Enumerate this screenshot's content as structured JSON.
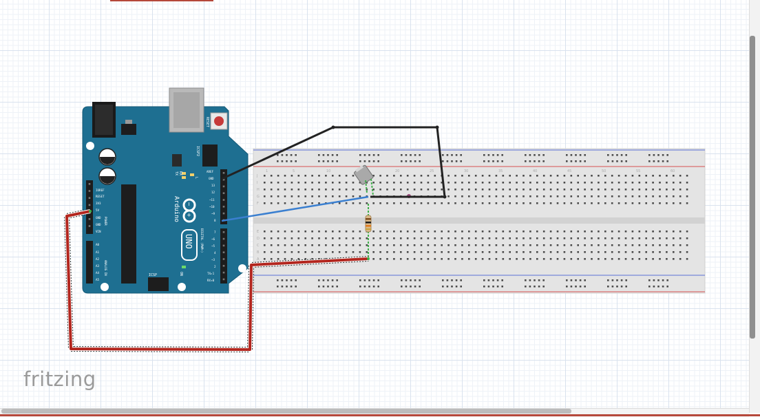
{
  "app": {
    "logo_text": "fritzing"
  },
  "arduino": {
    "brand": "Arduino",
    "model": "UNO",
    "reset_label": "RESET",
    "icsp2_label": "ICSP2",
    "icsp_label": "ICSP",
    "on_label": "ON",
    "l_label": "L",
    "tx_label": "TX",
    "rx_label": "RX",
    "power_section": "POWER",
    "analog_section": "ANALOG IN",
    "digital_section": "DIGITAL (PWM~)",
    "power_pins": [
      "IOREF",
      "RESET",
      "3V3",
      "5V",
      "GND",
      "GND",
      "VIN"
    ],
    "analog_pins": [
      "A0",
      "A1",
      "A2",
      "A3",
      "A4",
      "A5"
    ],
    "top_digital_pins": [
      "AREF",
      "GND",
      "13",
      "12",
      "~11",
      "~10",
      "~9",
      "8"
    ],
    "bottom_digital_pins": [
      "7",
      "~6",
      "~5",
      "4",
      "~3",
      "2",
      "TX▸1",
      "RX◂0"
    ]
  },
  "breadboard": {
    "top_row_letters": [
      "J",
      "I",
      "H",
      "G",
      "F"
    ],
    "bottom_row_letters": [
      "E",
      "D",
      "C",
      "B",
      "A"
    ],
    "column_numbers": [
      "1",
      "5",
      "10",
      "15",
      "20",
      "25",
      "30",
      "35",
      "40",
      "45",
      "50",
      "55",
      "60"
    ]
  },
  "wires": [
    {
      "name": "gnd-wire",
      "color": "#222222"
    },
    {
      "name": "signal-wire",
      "color": "#3a7fd0"
    },
    {
      "name": "power-wire",
      "color": "#b3261e"
    }
  ],
  "colors": {
    "board": "#1e6f91",
    "breadboard": "#e4e4e4",
    "rail_blue": "#5a6fd6",
    "rail_red": "#d65050"
  }
}
